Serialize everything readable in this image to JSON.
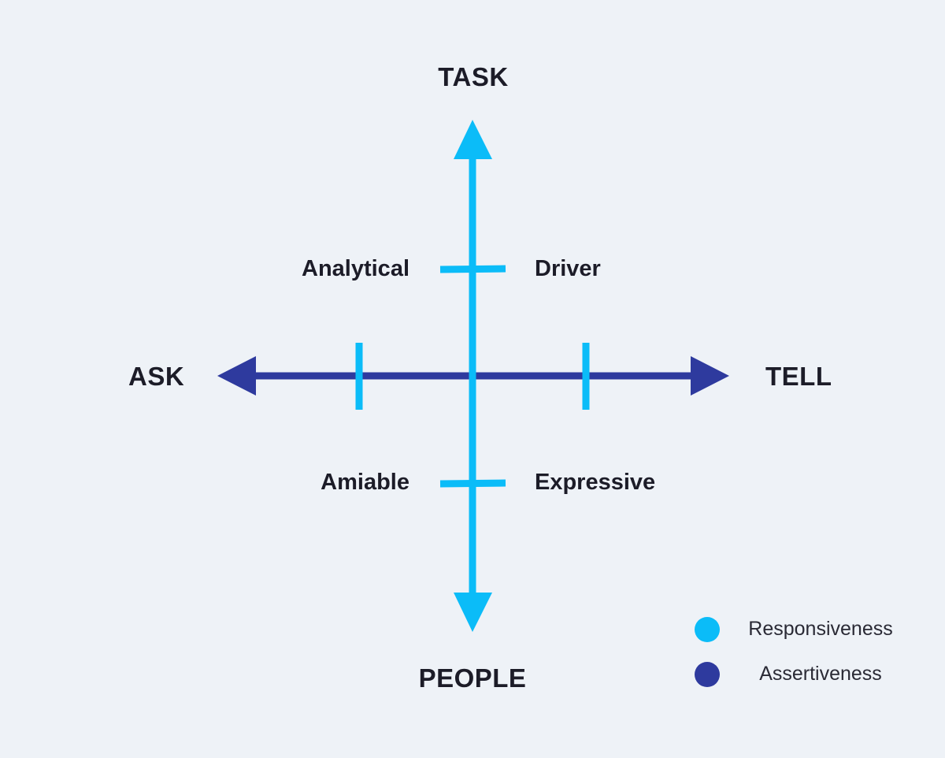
{
  "axes": {
    "top": "TASK",
    "bottom": "PEOPLE",
    "left": "ASK",
    "right": "TELL"
  },
  "quadrants": {
    "top_left": "Analytical",
    "top_right": "Driver",
    "bottom_left": "Amiable",
    "bottom_right": "Expressive"
  },
  "legend": [
    {
      "label": "Responsiveness",
      "color": "#0bbcf8"
    },
    {
      "label": "Assertiveness",
      "color": "#2e3a9e"
    }
  ],
  "colors": {
    "background": "#eef2f7",
    "responsiveness_axis": "#0bbcf8",
    "assertiveness_axis": "#2e3a9e",
    "text": "#1c1c28"
  }
}
